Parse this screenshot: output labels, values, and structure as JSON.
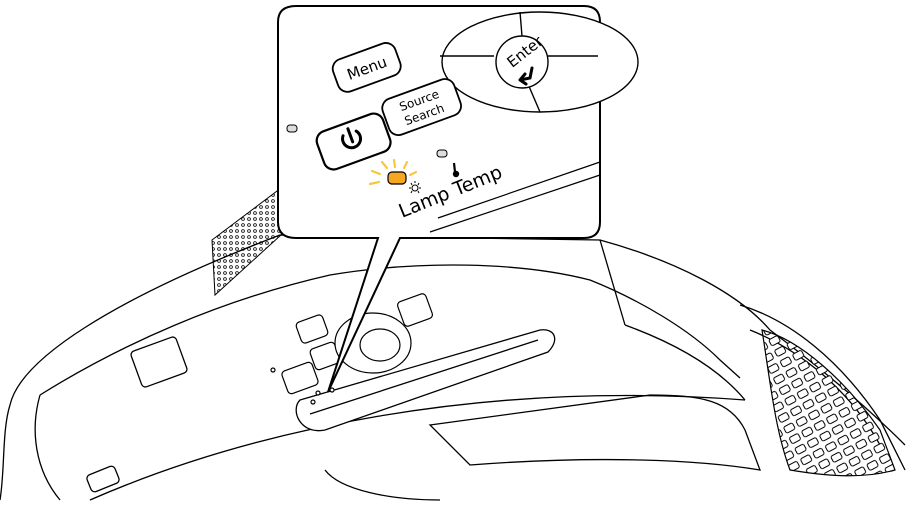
{
  "callout": {
    "menu_label": "Menu",
    "source_label_line1": "Source",
    "source_label_line2": "Search",
    "enter_label": "Enter",
    "indicator_labels": "Lamp Temp"
  },
  "colors": {
    "stroke": "#000000",
    "background": "#ffffff",
    "lamp_indicator": "#f5a623",
    "lamp_glow": "#f7c83e"
  },
  "icons": [
    "power-icon",
    "enter-arrow-icon",
    "thermometer-icon",
    "lamp-bulb-icon"
  ]
}
